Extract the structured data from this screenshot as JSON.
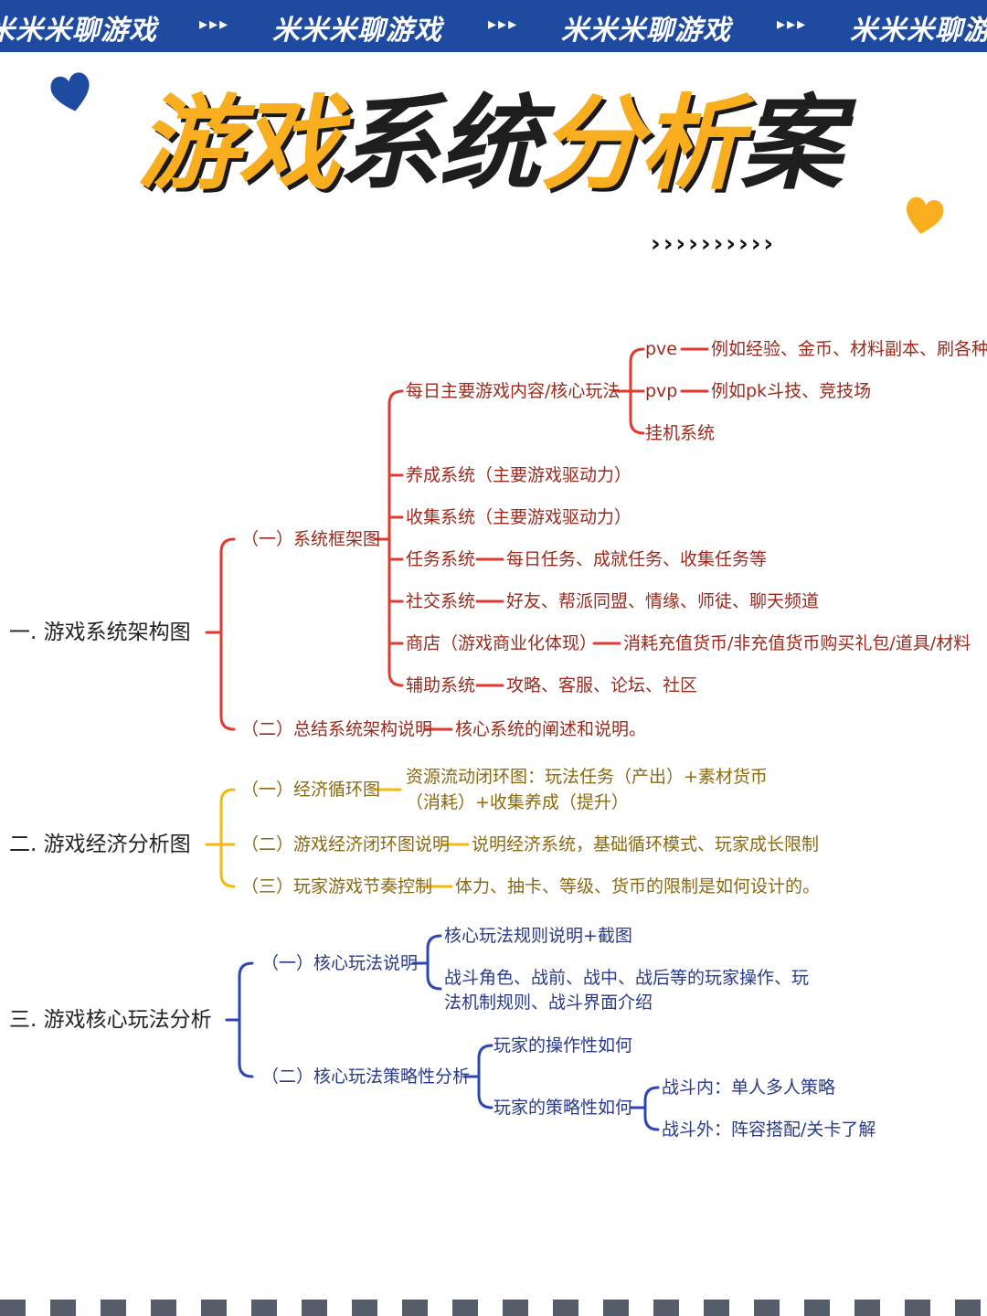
{
  "banner": {
    "items": [
      "米米米聊游戏",
      "米米米聊游戏",
      "米米米聊游戏",
      "米米米聊游戏"
    ],
    "arrows": "▸▸▸"
  },
  "title": {
    "part1": "游戏",
    "part2": "系统",
    "part3": "分析",
    "part4": "案"
  },
  "chevrons": "››››››››››",
  "colors": {
    "banner": "#1e4aa0",
    "title_accent": "#f9ae1f",
    "section1": "#e23a2e",
    "section2": "#f2b90f",
    "section3": "#2d45b5"
  },
  "mindmap": {
    "s1": {
      "title": "一. 游戏系统架构图",
      "a": {
        "label": "（一）系统框架图",
        "core": {
          "label": "每日主要游戏内容/核心玩法",
          "pve": "pve",
          "pve_desc": "例如经验、金币、材料副本、刷各种b",
          "pvp": "pvp",
          "pvp_desc": "例如pk斗技、竞技场",
          "idle": "挂机系统"
        },
        "growth": "养成系统（主要游戏驱动力）",
        "collect": "收集系统（主要游戏驱动力）",
        "task": "任务系统",
        "task_desc": "每日任务、成就任务、收集任务等",
        "social": "社交系统",
        "social_desc": "好友、帮派同盟、情缘、师徒、聊天频道",
        "shop": "商店（游戏商业化体现）",
        "shop_desc": "消耗充值货币/非充值货币购买礼包/道具/材料",
        "assist": "辅助系统",
        "assist_desc": "攻略、客服、论坛、社区"
      },
      "b": {
        "label": "（二）总结系统架构说明",
        "desc": "核心系统的阐述和说明。"
      }
    },
    "s2": {
      "title": "二. 游戏经济分析图",
      "a": {
        "label": "（一）经济循环图",
        "desc1": "资源流动闭环图：玩法任务（产出）+素材货币",
        "desc2": "（消耗）+收集养成（提升）"
      },
      "b": {
        "label": "（二）游戏经济闭环图说明",
        "desc": "说明经济系统，基础循环模式、玩家成长限制"
      },
      "c": {
        "label": "（三）玩家游戏节奏控制",
        "desc": "体力、抽卡、等级、货币的限制是如何设计的。"
      }
    },
    "s3": {
      "title": "三. 游戏核心玩法分析",
      "a": {
        "label": "（一）核心玩法说明",
        "item1": "核心玩法规则说明+截图",
        "item2a": "战斗角色、战前、战中、战后等的玩家操作、玩",
        "item2b": "法机制规则、战斗界面介绍"
      },
      "b": {
        "label": "（二）核心玩法策略性分析",
        "op": "玩家的操作性如何",
        "strat": "玩家的策略性如何",
        "inside": "战斗内：单人多人策略",
        "outside": "战斗外：阵容搭配/关卡了解"
      }
    }
  }
}
